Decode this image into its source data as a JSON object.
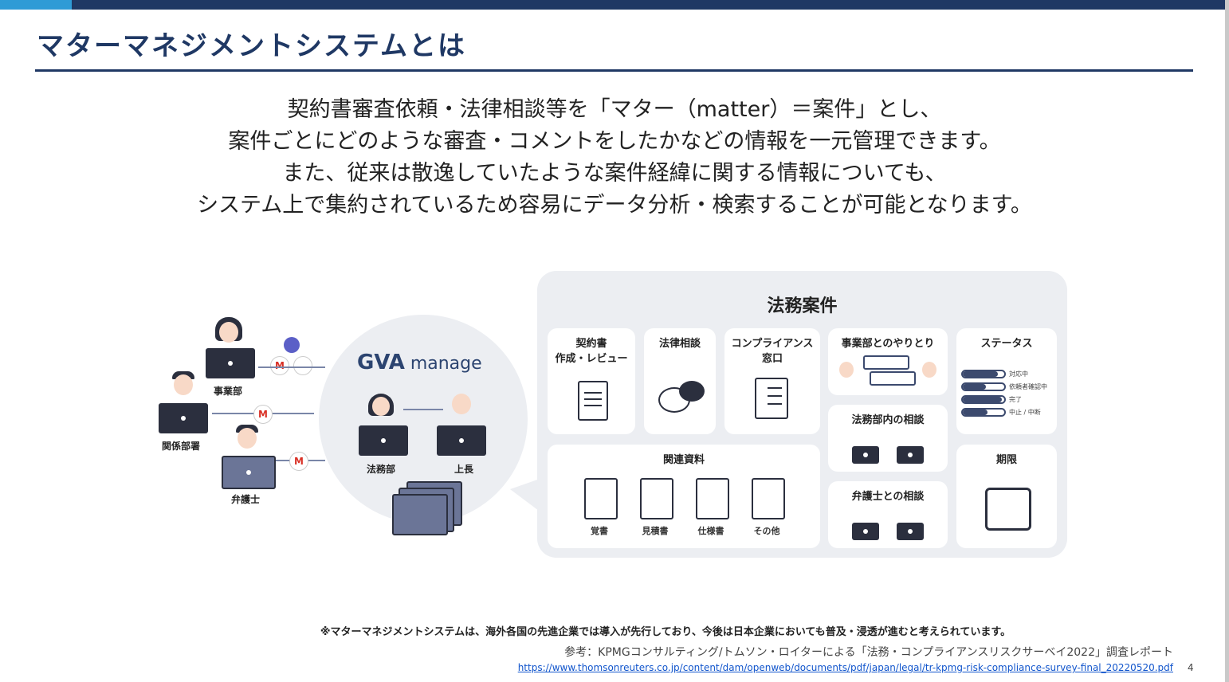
{
  "slide": {
    "title": "マターマネジメントシステムとは",
    "lead_line1": "契約書審査依頼・法律相談等を「マター（matter）＝案件」とし、",
    "lead_line2": "案件ごとにどのような審査・コメントをしたかなどの情報を一元管理できます。",
    "lead_line3": "また、従来は散逸していたような案件経緯に関する情報についても、",
    "lead_line4": "システム上で集約されているため容易にデータ分析・検索することが可能となります。",
    "page_number": "4"
  },
  "diagram": {
    "left": {
      "business": "事業部",
      "related": "関係部署",
      "lawyer": "弁護士",
      "legal": "法務部",
      "boss": "上長",
      "brand_main": "GVA",
      "brand_sub": " manage",
      "mail_letter": "M"
    },
    "panel": {
      "title": "法務案件",
      "contract_line1": "契約書",
      "contract_line2": "作成・レビュー",
      "legal_consult": "法律相談",
      "compliance_line1": "コンプライアンス",
      "compliance_line2": "窓口",
      "business_talk": "事業部とのやりとり",
      "status": "ステータス",
      "status_items": [
        "対応中",
        "依頼者確認中",
        "完了",
        "中止 / 中断"
      ],
      "status_fill": [
        0.85,
        0.55,
        0.95,
        0.6
      ],
      "internal_consult": "法務部内の相談",
      "deadline": "期限",
      "related_docs": "関連資料",
      "doc_types": [
        "覚書",
        "見積書",
        "仕様書",
        "その他"
      ],
      "lawyer_consult": "弁護士との相談"
    }
  },
  "footer": {
    "note": "※マターマネジメントシステムは、海外各国の先進企業では導入が先行しており、今後は日本企業においても普及・浸透が進むと考えられています。",
    "reference": "参考：KPMGコンサルティング/トムソン・ロイターによる「法務・コンプライアンスリスクサーベイ2022」調査レポート",
    "url": "https://www.thomsonreuters.co.jp/content/dam/openweb/documents/pdf/japan/legal/tr-kpmg-risk-compliance-survey-final_20220520.pdf"
  },
  "colors": {
    "navy": "#1f3864",
    "accent": "#2e9bd6",
    "panel": "#eceef2"
  }
}
